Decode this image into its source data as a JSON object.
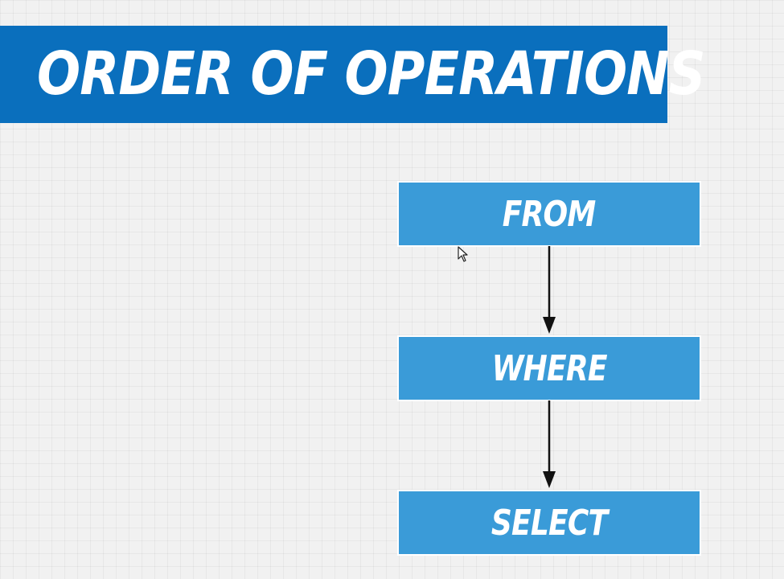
{
  "title": "ORDER OF OPERATIONS",
  "steps": [
    {
      "label": "FROM"
    },
    {
      "label": "WHERE"
    },
    {
      "label": "SELECT"
    }
  ],
  "colors": {
    "banner": "#0a6fbd",
    "step_box": "#3a9bd8",
    "text": "#ffffff",
    "arrow": "#111111"
  }
}
